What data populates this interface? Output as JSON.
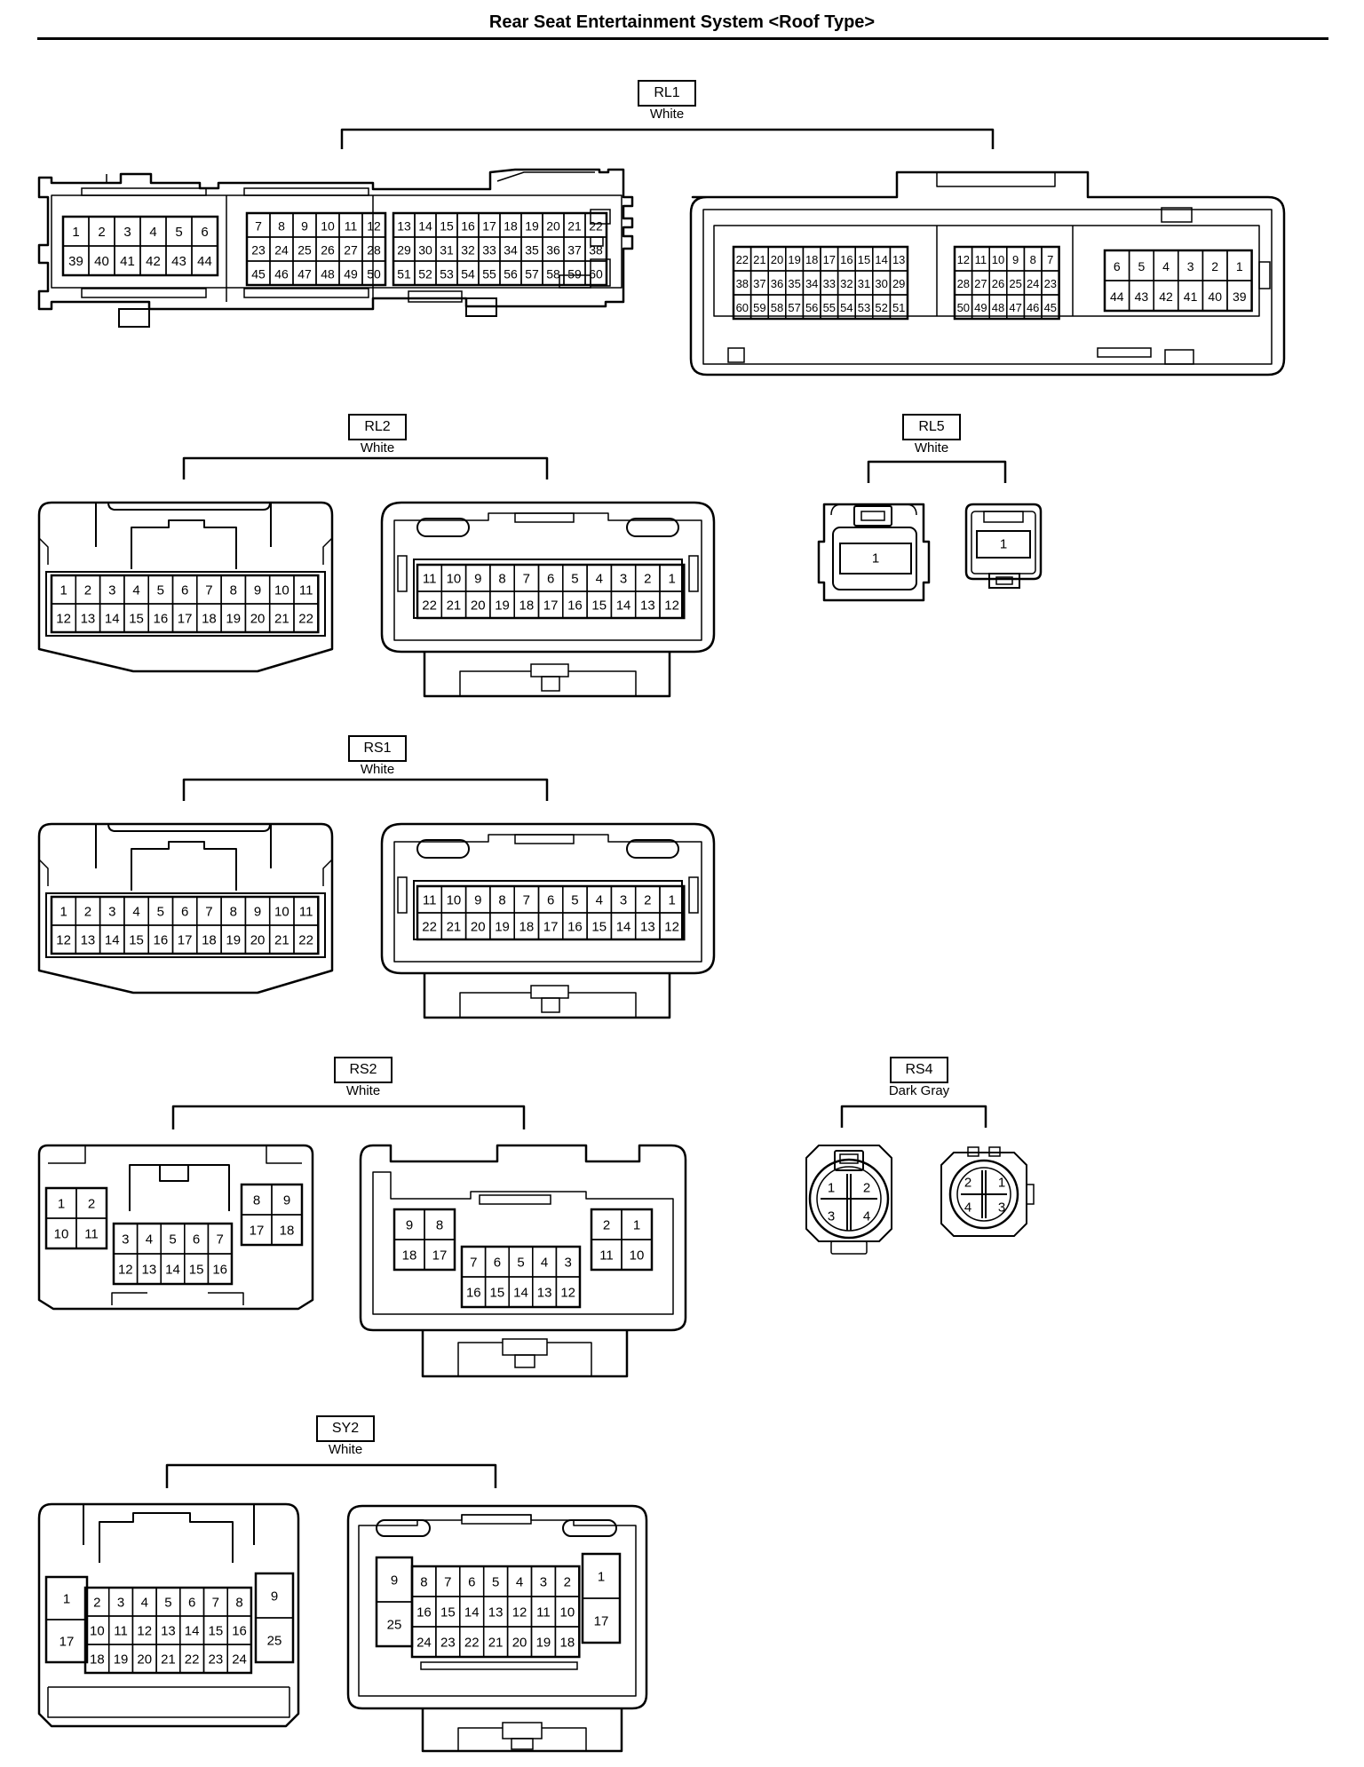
{
  "page": {
    "title": "Rear Seat Entertainment System <Roof Type>"
  },
  "connectors": [
    {
      "id": "RL1",
      "color": "White",
      "left": {
        "blocks": [
          {
            "rows": [
              [
                "1",
                "2",
                "3",
                "4",
                "5",
                "6"
              ],
              [
                "39",
                "40",
                "41",
                "42",
                "43",
                "44"
              ]
            ]
          },
          {
            "rows": [
              [
                "7",
                "8",
                "9",
                "10",
                "11",
                "12"
              ],
              [
                "23",
                "24",
                "25",
                "26",
                "27",
                "28"
              ],
              [
                "45",
                "46",
                "47",
                "48",
                "49",
                "50"
              ]
            ]
          },
          {
            "rows": [
              [
                "13",
                "14",
                "15",
                "16",
                "17",
                "18",
                "19",
                "20",
                "21",
                "22"
              ],
              [
                "29",
                "30",
                "31",
                "32",
                "33",
                "34",
                "35",
                "36",
                "37",
                "38"
              ],
              [
                "51",
                "52",
                "53",
                "54",
                "55",
                "56",
                "57",
                "58",
                "59",
                "60"
              ]
            ]
          }
        ]
      },
      "right": {
        "blocks": [
          {
            "rows": [
              [
                "22",
                "21",
                "20",
                "19",
                "18",
                "17",
                "16",
                "15",
                "14",
                "13"
              ],
              [
                "38",
                "37",
                "36",
                "35",
                "34",
                "33",
                "32",
                "31",
                "30",
                "29"
              ],
              [
                "60",
                "59",
                "58",
                "57",
                "56",
                "55",
                "54",
                "53",
                "52",
                "51"
              ]
            ]
          },
          {
            "rows": [
              [
                "12",
                "11",
                "10",
                "9",
                "8",
                "7"
              ],
              [
                "28",
                "27",
                "26",
                "25",
                "24",
                "23"
              ],
              [
                "50",
                "49",
                "48",
                "47",
                "46",
                "45"
              ]
            ]
          },
          {
            "rows": [
              [
                "6",
                "5",
                "4",
                "3",
                "2",
                "1"
              ],
              [
                "44",
                "43",
                "42",
                "41",
                "40",
                "39"
              ]
            ]
          }
        ]
      }
    },
    {
      "id": "RL2",
      "color": "White",
      "left": {
        "rows": [
          [
            "1",
            "2",
            "3",
            "4",
            "5",
            "6",
            "7",
            "8",
            "9",
            "10",
            "11"
          ],
          [
            "12",
            "13",
            "14",
            "15",
            "16",
            "17",
            "18",
            "19",
            "20",
            "21",
            "22"
          ]
        ]
      },
      "right": {
        "rows": [
          [
            "11",
            "10",
            "9",
            "8",
            "7",
            "6",
            "5",
            "4",
            "3",
            "2",
            "1"
          ],
          [
            "22",
            "21",
            "20",
            "19",
            "18",
            "17",
            "16",
            "15",
            "14",
            "13",
            "12"
          ]
        ]
      }
    },
    {
      "id": "RL5",
      "color": "White",
      "left": {
        "pin": "1"
      },
      "right": {
        "pin": "1"
      }
    },
    {
      "id": "RS1",
      "color": "White",
      "left": {
        "rows": [
          [
            "1",
            "2",
            "3",
            "4",
            "5",
            "6",
            "7",
            "8",
            "9",
            "10",
            "11"
          ],
          [
            "12",
            "13",
            "14",
            "15",
            "16",
            "17",
            "18",
            "19",
            "20",
            "21",
            "22"
          ]
        ]
      },
      "right": {
        "rows": [
          [
            "11",
            "10",
            "9",
            "8",
            "7",
            "6",
            "5",
            "4",
            "3",
            "2",
            "1"
          ],
          [
            "22",
            "21",
            "20",
            "19",
            "18",
            "17",
            "16",
            "15",
            "14",
            "13",
            "12"
          ]
        ]
      }
    },
    {
      "id": "RS2",
      "color": "White",
      "left": {
        "leftBlock": [
          [
            "1",
            "2"
          ],
          [
            "10",
            "11"
          ]
        ],
        "midBlock": [
          [
            "3",
            "4",
            "5",
            "6",
            "7"
          ],
          [
            "12",
            "13",
            "14",
            "15",
            "16"
          ]
        ],
        "rightBlock": [
          [
            "8",
            "9"
          ],
          [
            "17",
            "18"
          ]
        ]
      },
      "right": {
        "leftBlock": [
          [
            "9",
            "8"
          ],
          [
            "18",
            "17"
          ]
        ],
        "midBlock": [
          [
            "7",
            "6",
            "5",
            "4",
            "3"
          ],
          [
            "16",
            "15",
            "14",
            "13",
            "12"
          ]
        ],
        "rightBlock": [
          [
            "2",
            "1"
          ],
          [
            "11",
            "10"
          ]
        ]
      }
    },
    {
      "id": "RS4",
      "color": "Dark Gray",
      "left": {
        "pins": [
          [
            "1",
            "2"
          ],
          [
            "3",
            "4"
          ]
        ]
      },
      "right": {
        "pins": [
          [
            "2",
            "1"
          ],
          [
            "4",
            "3"
          ]
        ]
      }
    },
    {
      "id": "SY2",
      "color": "White",
      "left": {
        "sideLeft": [
          "1",
          "17"
        ],
        "main": [
          [
            "2",
            "3",
            "4",
            "5",
            "6",
            "7",
            "8"
          ],
          [
            "10",
            "11",
            "12",
            "13",
            "14",
            "15",
            "16"
          ],
          [
            "18",
            "19",
            "20",
            "21",
            "22",
            "23",
            "24"
          ]
        ],
        "sideRight": [
          "9",
          "25"
        ]
      },
      "right": {
        "sideLeft": [
          "9",
          "25"
        ],
        "main": [
          [
            "8",
            "7",
            "6",
            "5",
            "4",
            "3",
            "2"
          ],
          [
            "16",
            "15",
            "14",
            "13",
            "12",
            "11",
            "10"
          ],
          [
            "24",
            "23",
            "22",
            "21",
            "20",
            "19",
            "18"
          ]
        ],
        "sideRight": [
          "1",
          "17"
        ]
      }
    }
  ]
}
